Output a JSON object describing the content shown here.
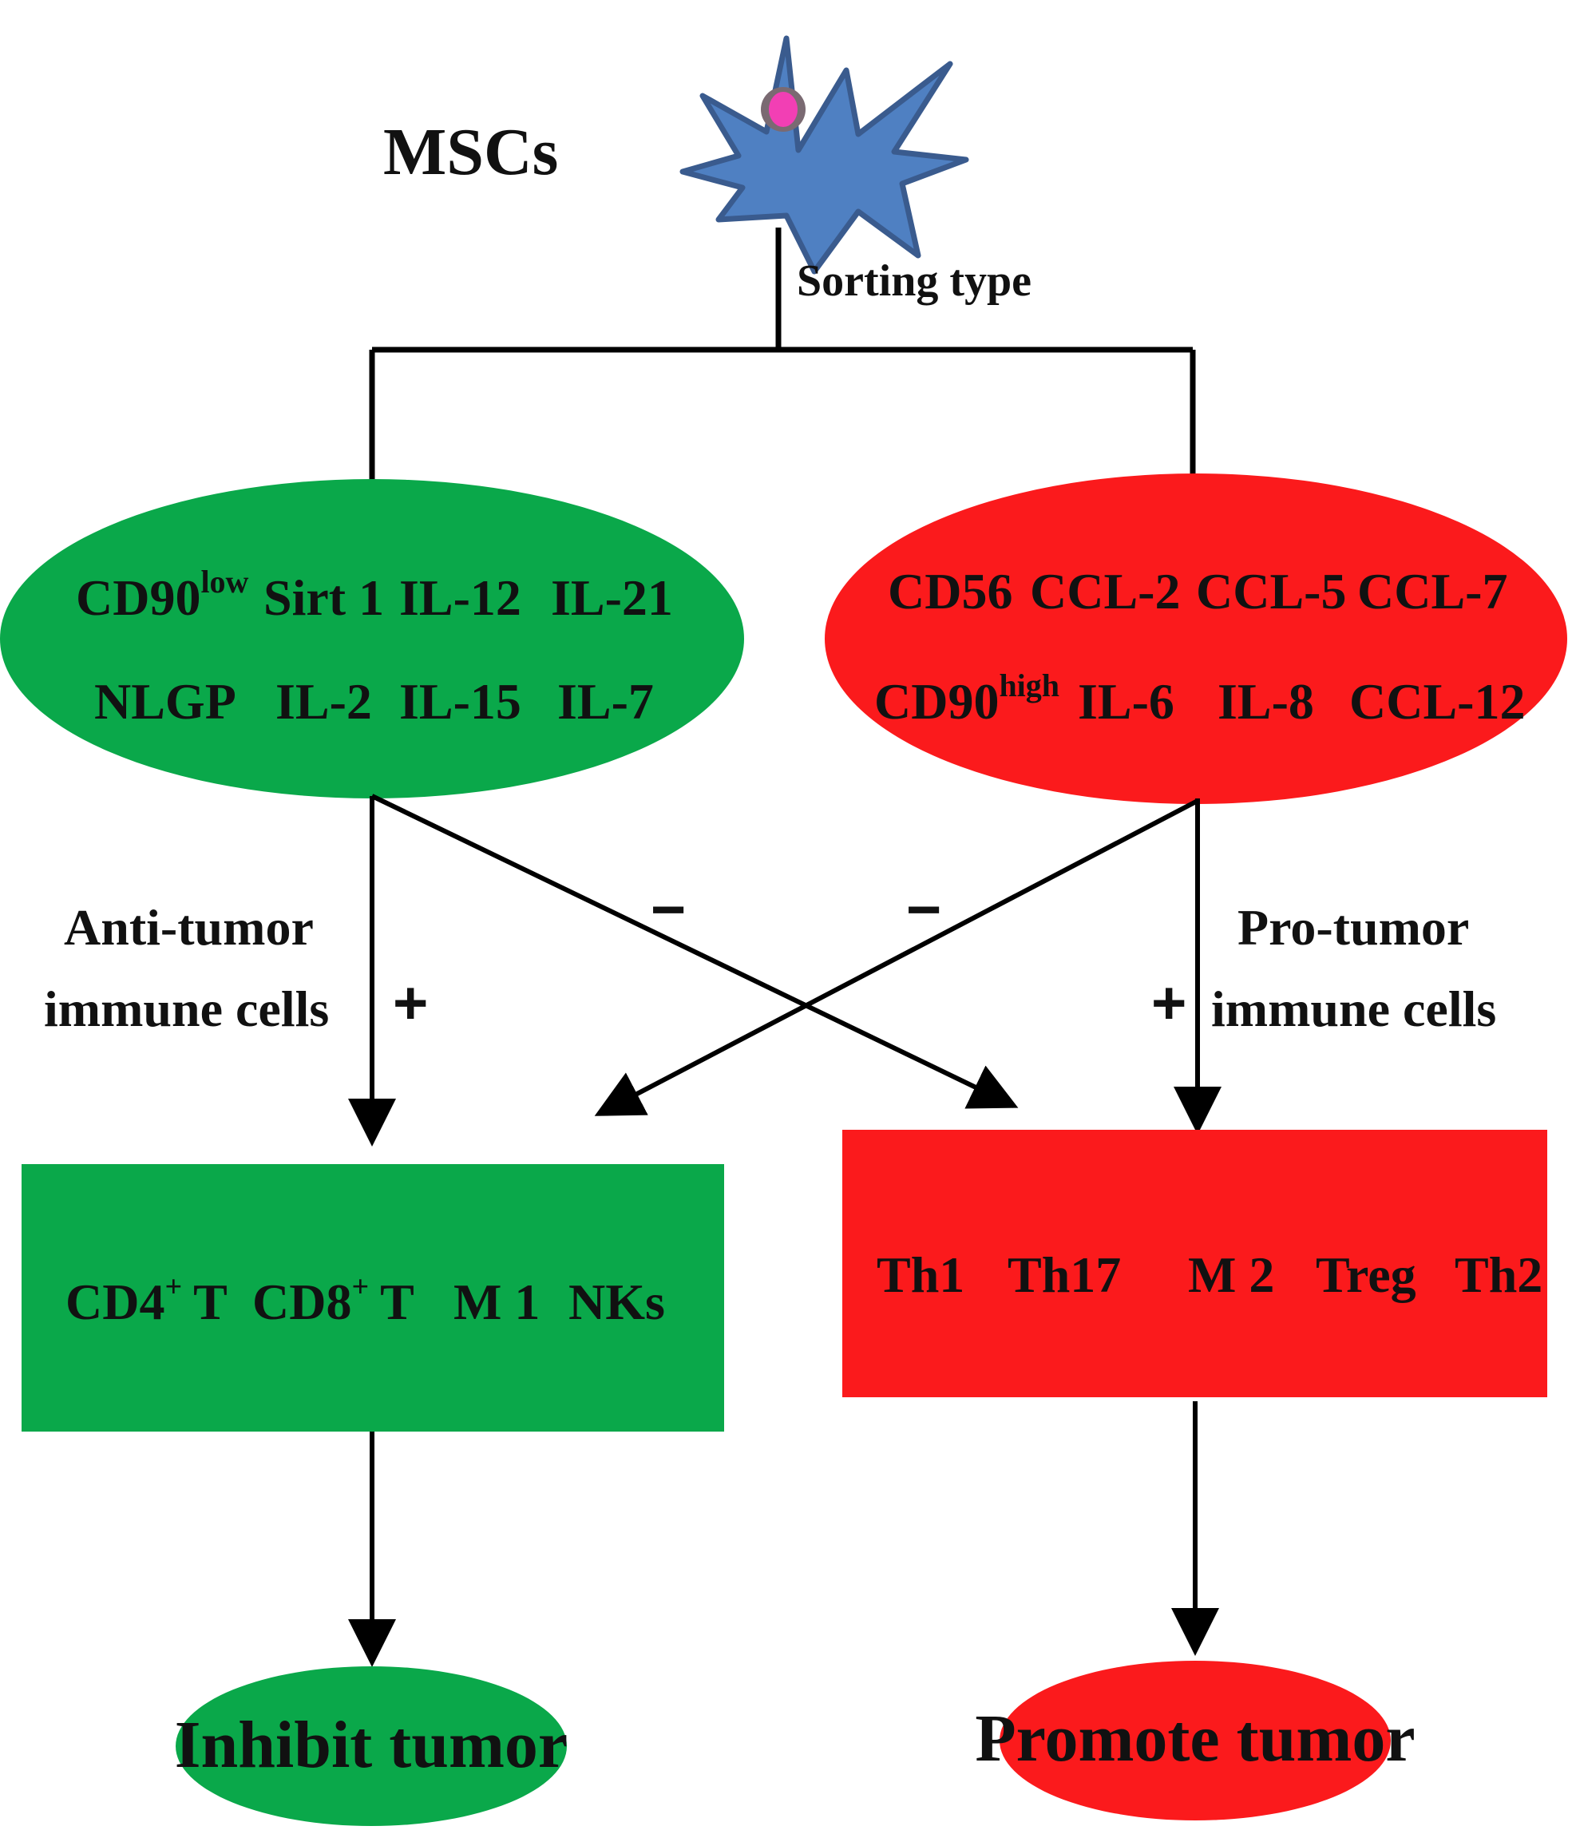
{
  "colors": {
    "green": "#0aa84a",
    "red": "#fb1a1c",
    "msc_body": "#4f80c2",
    "msc_outline": "#3a5b8e",
    "msc_nucleus": "#f23fb4",
    "line": "#000000"
  },
  "msc": {
    "title": "MSCs",
    "sorting_label": "Sorting type",
    "icon": "msc-cell-icon"
  },
  "left_group": {
    "row1": [
      "CD90",
      "Sirt 1",
      "IL-12",
      "IL-21"
    ],
    "row1_sup": "low",
    "row2": [
      "NLGP",
      "IL-2",
      "IL-15",
      "IL-7"
    ],
    "effect_label_line1": "Anti-tumor",
    "effect_label_line2": "immune cells",
    "plus_sign": "+",
    "cross_sign": "−"
  },
  "right_group": {
    "row1": [
      "CD56",
      "CCL-2",
      "CCL-5",
      "CCL-7"
    ],
    "row2": [
      "CD90",
      "IL-6",
      "IL-8",
      "CCL-12"
    ],
    "row2_sup": "high",
    "effect_label_line1": "Pro-tumor",
    "effect_label_line2": "immune cells",
    "plus_sign": "+",
    "cross_sign": "−"
  },
  "left_box": {
    "items": [
      "CD4",
      "T",
      "CD8",
      "T",
      "M 1",
      "NKs"
    ],
    "sup": "+"
  },
  "right_box": {
    "items": [
      "Th1",
      "Th17",
      "M 2",
      "Treg",
      "Th2"
    ]
  },
  "outcomes": {
    "left": "Inhibit tumor",
    "right": "Promote tumor"
  }
}
